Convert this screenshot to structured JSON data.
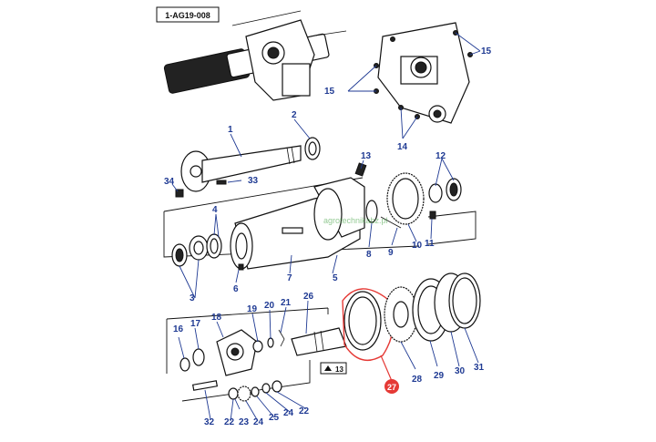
{
  "diagram": {
    "ref_code": "1-AG19-008",
    "watermark": "agrotechnikabz.pl",
    "ref_box_label": "13",
    "highlight_color": "#e53935",
    "label_color": "#1f3a93",
    "highlighted_part": "27",
    "part_labels": [
      "1",
      "2",
      "3",
      "4",
      "5",
      "6",
      "7",
      "8",
      "9",
      "10",
      "11",
      "12",
      "13",
      "14",
      "15",
      "16",
      "17",
      "18",
      "19",
      "20",
      "21",
      "22",
      "23",
      "24",
      "25",
      "26",
      "27",
      "28",
      "29",
      "30",
      "31",
      "32",
      "33",
      "34"
    ],
    "callouts": {
      "p1": "1",
      "p2": "2",
      "p3": "3",
      "p3b": "3",
      "p4": "4",
      "p5": "5",
      "p6": "6",
      "p7": "7",
      "p8": "8",
      "p9": "9",
      "p10": "10",
      "p11": "11",
      "p12": "12",
      "p13": "13",
      "p14": "14",
      "p15a": "15",
      "p15b": "15",
      "p16": "16",
      "p17": "17",
      "p18": "18",
      "p19": "19",
      "p20": "20",
      "p21": "21",
      "p22a": "22",
      "p22b": "22",
      "p23": "23",
      "p24": "24",
      "p25": "25",
      "p26": "26",
      "p27": "27",
      "p28": "28",
      "p29": "29",
      "p30": "30",
      "p31": "31",
      "p32": "32",
      "p33": "33",
      "p34": "34"
    }
  }
}
